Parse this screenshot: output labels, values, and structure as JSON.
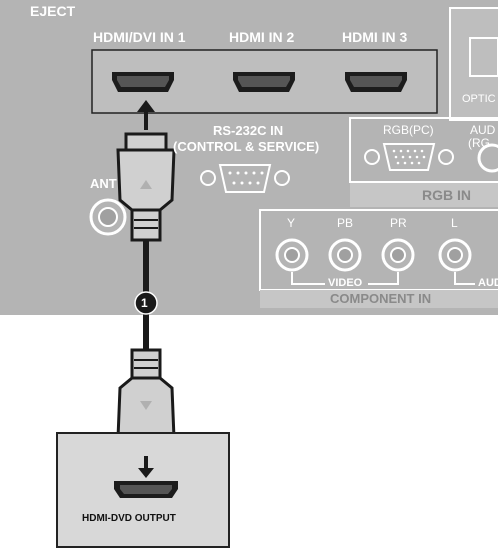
{
  "tv_panel": {
    "eject_label": "EJECT",
    "hdmi_ports": [
      "HDMI/DVI IN 1",
      "HDMI IN 2",
      "HDMI IN 3"
    ],
    "optical_label": "OPTIC",
    "rs232_label_line1": "RS-232C IN",
    "rs232_label_line2": "(CONTROL & SERVICE)",
    "antenna_label": "ANT",
    "rgb_pc_label": "RGB(PC)",
    "audio_rgb_label_line1": "AUD",
    "audio_rgb_label_line2": "(RG",
    "rgb_in_label": "RGB IN",
    "component_jacks": [
      "Y",
      "PB",
      "PR",
      "L"
    ],
    "video_label": "VIDEO",
    "audio_label": "AUDI",
    "component_in_label": "COMPONENT IN"
  },
  "connection": {
    "step_number": "1"
  },
  "source_device": {
    "output_label": "HDMI-DVD OUTPUT"
  },
  "colors": {
    "panel_bg": "#b4b4b4",
    "device_bg": "#d8d8d8",
    "cable": "#1a1a1a",
    "connector_body": "#d0d0d0",
    "label_white": "#ffffff"
  }
}
